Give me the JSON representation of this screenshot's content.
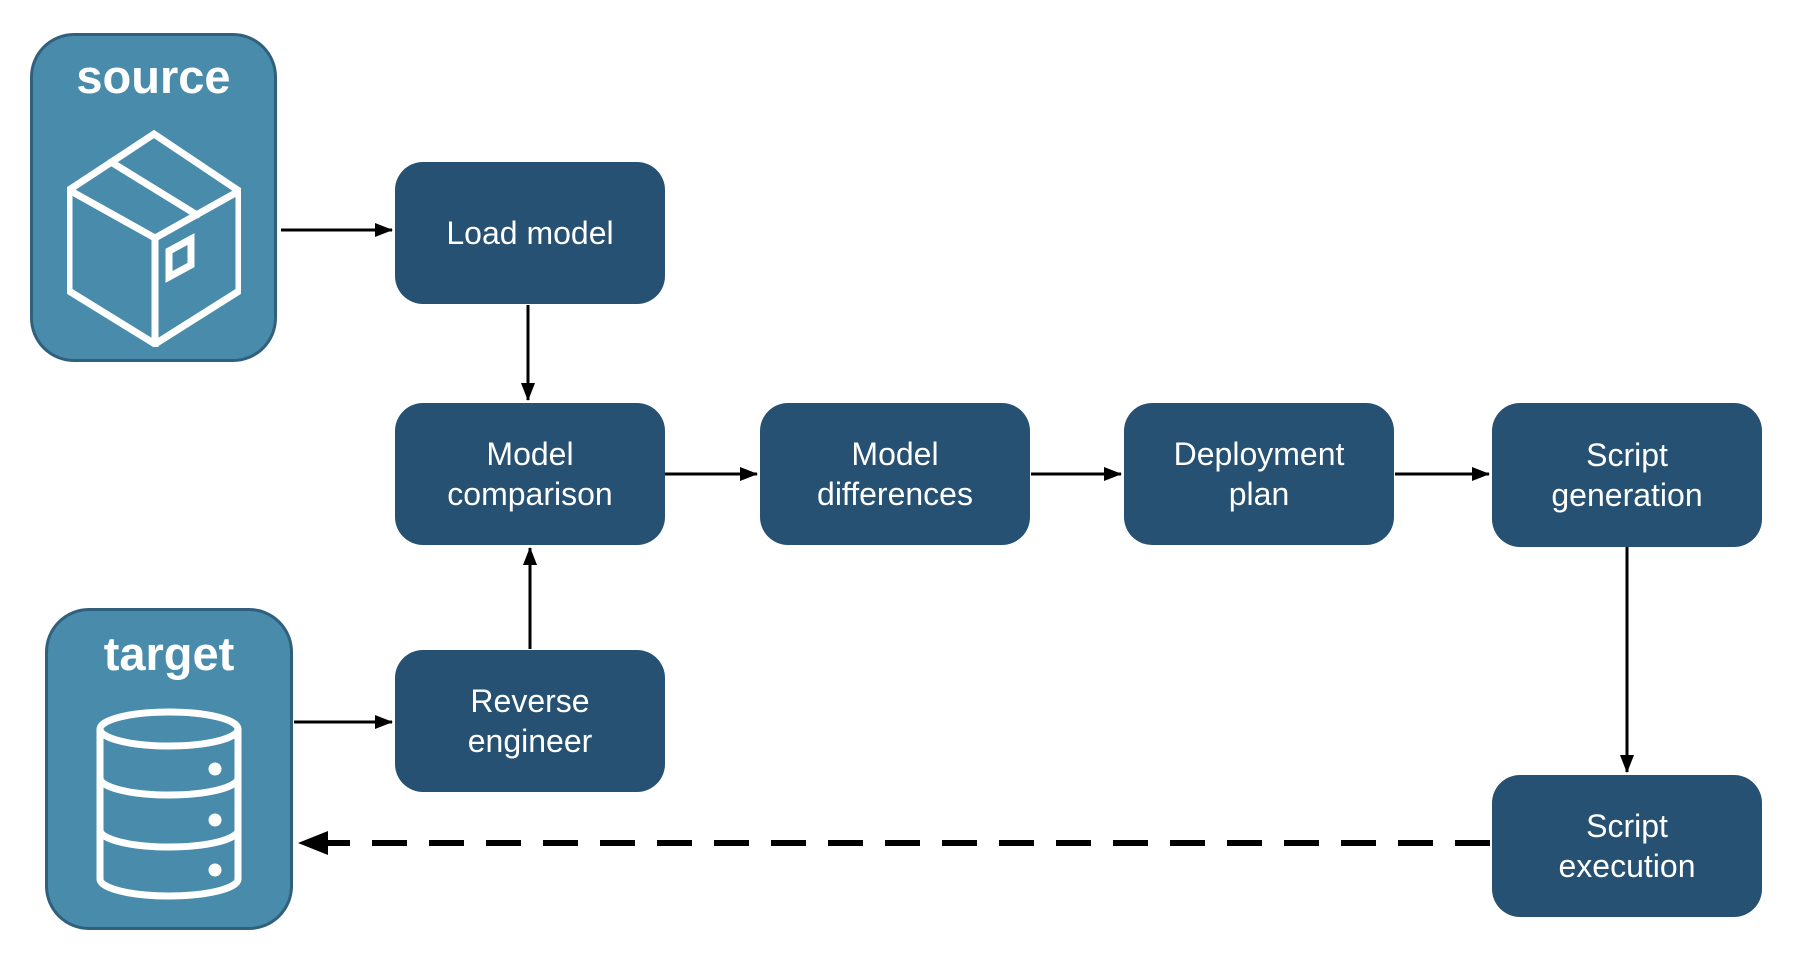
{
  "diagram": {
    "endpoints": [
      {
        "id": "source",
        "label": "source",
        "icon": "package-icon"
      },
      {
        "id": "target",
        "label": "target",
        "icon": "database-icon"
      }
    ],
    "nodes": [
      {
        "id": "load-model",
        "lines": [
          "Load model"
        ]
      },
      {
        "id": "model-comparison",
        "lines": [
          "Model",
          "comparison"
        ]
      },
      {
        "id": "model-differences",
        "lines": [
          "Model",
          "differences"
        ]
      },
      {
        "id": "deployment-plan",
        "lines": [
          "Deployment",
          "plan"
        ]
      },
      {
        "id": "script-generation",
        "lines": [
          "Script",
          "generation"
        ]
      },
      {
        "id": "reverse-engineer",
        "lines": [
          "Reverse",
          "engineer"
        ]
      },
      {
        "id": "script-execution",
        "lines": [
          "Script",
          "execution"
        ]
      }
    ],
    "edges": [
      {
        "from": "source",
        "to": "load-model",
        "style": "solid"
      },
      {
        "from": "load-model",
        "to": "model-comparison",
        "style": "solid"
      },
      {
        "from": "model-comparison",
        "to": "model-differences",
        "style": "solid"
      },
      {
        "from": "model-differences",
        "to": "deployment-plan",
        "style": "solid"
      },
      {
        "from": "deployment-plan",
        "to": "script-generation",
        "style": "solid"
      },
      {
        "from": "script-generation",
        "to": "script-execution",
        "style": "solid"
      },
      {
        "from": "target",
        "to": "reverse-engineer",
        "style": "solid"
      },
      {
        "from": "reverse-engineer",
        "to": "model-comparison",
        "style": "solid"
      },
      {
        "from": "script-execution",
        "to": "target",
        "style": "dashed"
      }
    ],
    "colors": {
      "background": "#ffffff",
      "node_fill": "#265172",
      "endpoint_fill": "#488BAA",
      "endpoint_border": "#30607C",
      "label_text": "#ffffff",
      "arrow": "#000000"
    }
  }
}
